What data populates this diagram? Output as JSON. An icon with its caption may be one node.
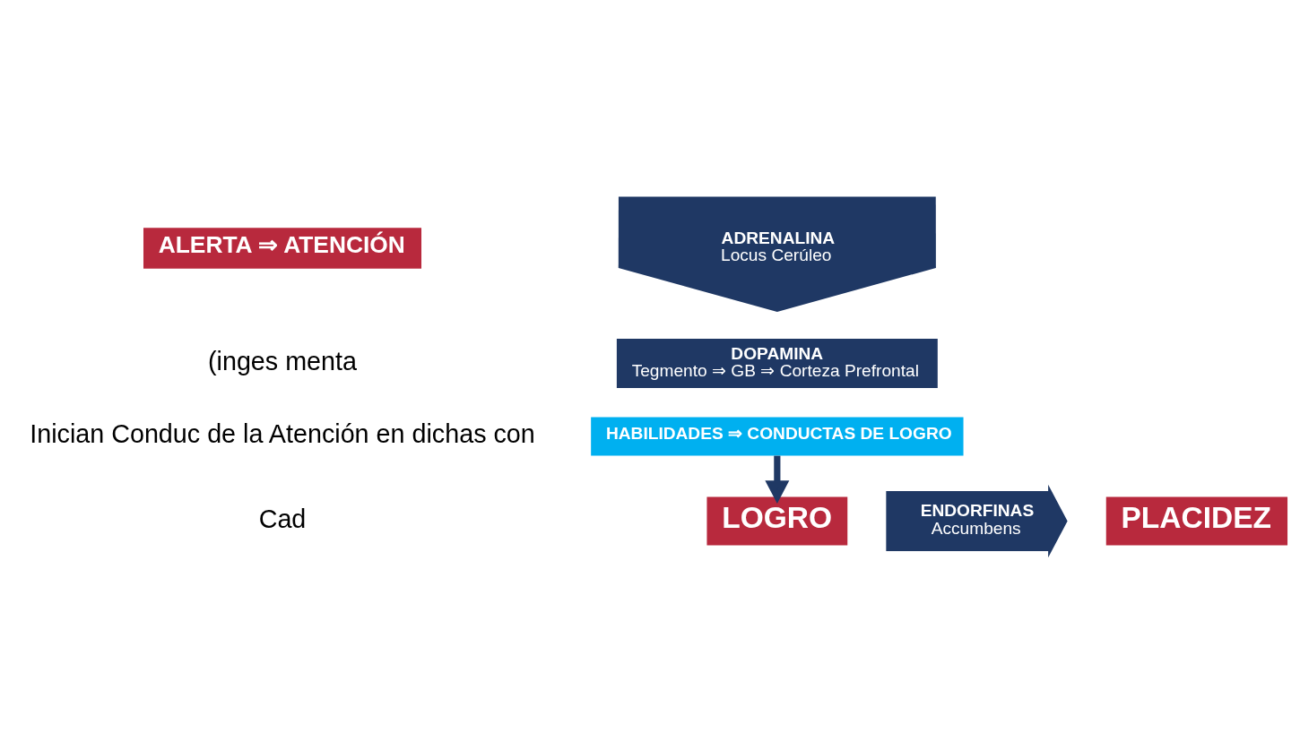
{
  "diagram": {
    "nodes": [
      {
        "text": [
          "ALERTA ⇒ ATENCIÓN"
        ]
      },
      {
        "text": [
          "ADRENALINA",
          "Locus Cerúleo"
        ]
      },
      {
        "text": [
          "DOPAMINA",
          "Tegmento ⇒ GB ⇒ Corteza Prefrontal"
        ]
      },
      {
        "text": [
          "HABILIDADES ⇒ CONDUCTAS DE LOGRO"
        ]
      },
      {
        "text": [
          "LOGRO"
        ]
      },
      {
        "text": [
          "ENDORFINAS",
          "Accumbens"
        ]
      },
      {
        "text": [
          "PLACIDEZ"
        ]
      }
    ],
    "edges": [
      {
        "from": 3,
        "to": 4,
        "arrow": "to"
      }
    ],
    "labels": [
      "(inges menta",
      "Inician Conduc de la Atención en dichas con",
      "Cad"
    ]
  }
}
